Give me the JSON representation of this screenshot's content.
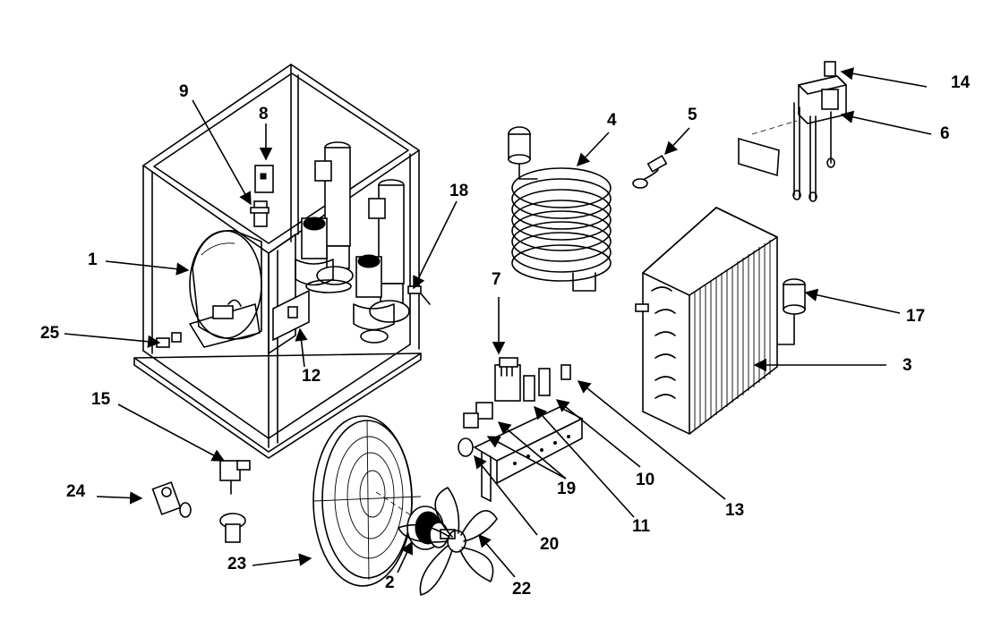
{
  "callouts": [
    {
      "id": "1",
      "label": "1"
    },
    {
      "id": "2",
      "label": "2"
    },
    {
      "id": "3",
      "label": "3"
    },
    {
      "id": "4",
      "label": "4"
    },
    {
      "id": "5",
      "label": "5"
    },
    {
      "id": "6",
      "label": "6"
    },
    {
      "id": "7",
      "label": "7"
    },
    {
      "id": "8",
      "label": "8"
    },
    {
      "id": "9",
      "label": "9"
    },
    {
      "id": "10",
      "label": "10"
    },
    {
      "id": "11",
      "label": "11"
    },
    {
      "id": "12",
      "label": "12"
    },
    {
      "id": "13",
      "label": "13"
    },
    {
      "id": "14",
      "label": "14"
    },
    {
      "id": "15",
      "label": "15"
    },
    {
      "id": "17",
      "label": "17"
    },
    {
      "id": "18",
      "label": "18"
    },
    {
      "id": "19",
      "label": "19"
    },
    {
      "id": "20",
      "label": "20"
    },
    {
      "id": "22",
      "label": "22"
    },
    {
      "id": "23",
      "label": "23"
    },
    {
      "id": "24",
      "label": "24"
    },
    {
      "id": "25",
      "label": "25"
    }
  ]
}
